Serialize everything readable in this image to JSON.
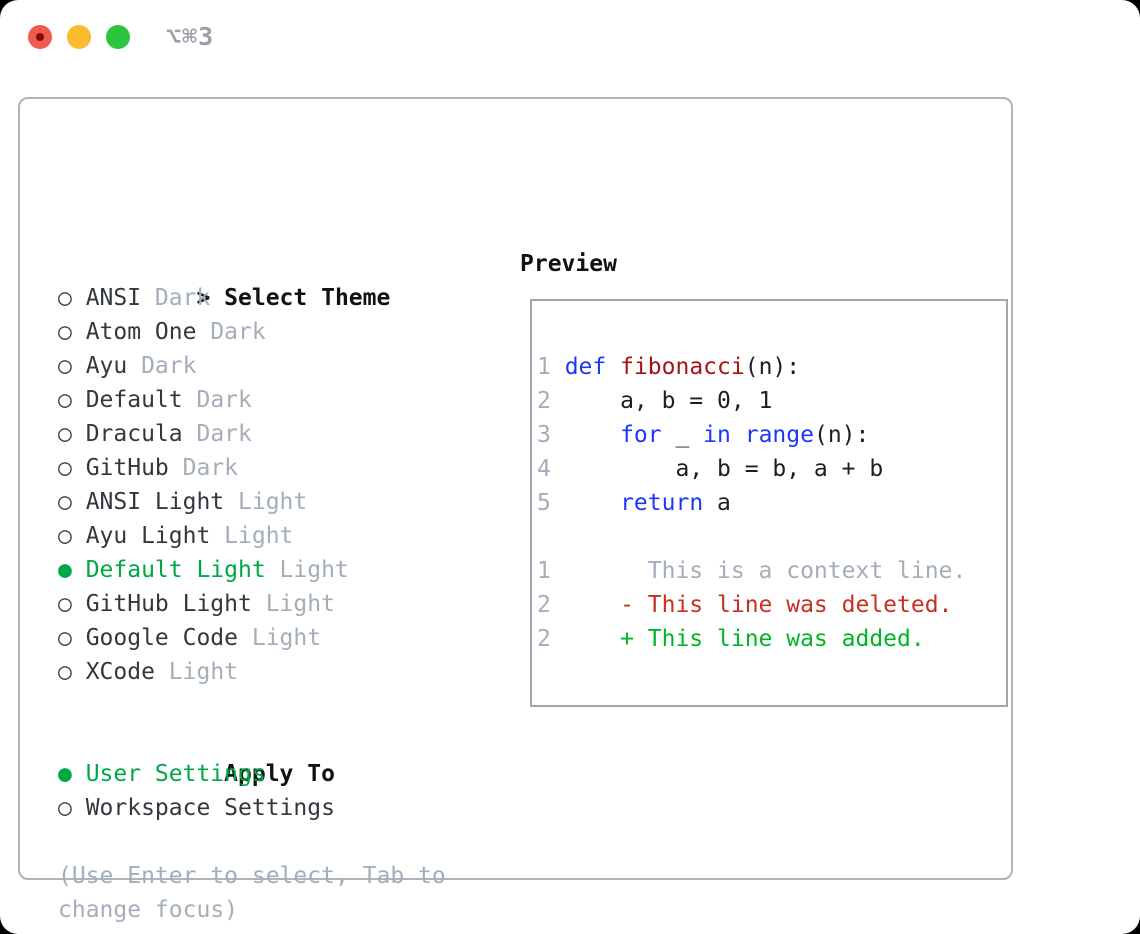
{
  "titlebar": {
    "hotkey": "⌥⌘3"
  },
  "panel": {
    "theme_picker": {
      "cursor": ">",
      "title": "Select Theme",
      "bullet_selected": "●",
      "bullet_unselected": "○",
      "items": [
        {
          "name": "ANSI",
          "variant": "Dark",
          "selected": false
        },
        {
          "name": "Atom One",
          "variant": "Dark",
          "selected": false
        },
        {
          "name": "Ayu",
          "variant": "Dark",
          "selected": false
        },
        {
          "name": "Default",
          "variant": "Dark",
          "selected": false
        },
        {
          "name": "Dracula",
          "variant": "Dark",
          "selected": false
        },
        {
          "name": "GitHub",
          "variant": "Dark",
          "selected": false
        },
        {
          "name": "ANSI Light",
          "variant": "Light",
          "selected": false
        },
        {
          "name": "Ayu Light",
          "variant": "Light",
          "selected": false
        },
        {
          "name": "Default Light",
          "variant": "Light",
          "selected": true
        },
        {
          "name": "GitHub Light",
          "variant": "Light",
          "selected": false
        },
        {
          "name": "Google Code",
          "variant": "Light",
          "selected": false
        },
        {
          "name": "XCode",
          "variant": "Light",
          "selected": false
        }
      ]
    },
    "apply_to": {
      "title": "Apply To",
      "options": [
        {
          "label": "User Settings",
          "selected": true
        },
        {
          "label": "Workspace Settings",
          "selected": false
        }
      ]
    },
    "hint": "(Use Enter to select, Tab to change focus)",
    "preview": {
      "title": "Preview",
      "code_lines": [
        {
          "num": "1",
          "tokens": [
            {
              "text": "def",
              "type": "keyword"
            },
            {
              "text": " ",
              "type": "plain"
            },
            {
              "text": "fibonacci",
              "type": "function"
            },
            {
              "text": "(n):",
              "type": "plain"
            }
          ]
        },
        {
          "num": "2",
          "tokens": [
            {
              "text": "    a, b = 0, 1",
              "type": "plain"
            }
          ]
        },
        {
          "num": "3",
          "tokens": [
            {
              "text": "    ",
              "type": "plain"
            },
            {
              "text": "for",
              "type": "keyword"
            },
            {
              "text": " _ ",
              "type": "plain"
            },
            {
              "text": "in",
              "type": "keyword"
            },
            {
              "text": " ",
              "type": "plain"
            },
            {
              "text": "range",
              "type": "keyword"
            },
            {
              "text": "(n):",
              "type": "plain"
            }
          ]
        },
        {
          "num": "4",
          "tokens": [
            {
              "text": "        a, b = b, a + b",
              "type": "plain"
            }
          ]
        },
        {
          "num": "5",
          "tokens": [
            {
              "text": "    ",
              "type": "plain"
            },
            {
              "text": "return",
              "type": "keyword"
            },
            {
              "text": " a",
              "type": "plain"
            }
          ]
        },
        {
          "num": "",
          "tokens": []
        },
        {
          "num": "1",
          "tokens": [
            {
              "text": "      This is a context line.",
              "type": "context"
            }
          ]
        },
        {
          "num": "2",
          "tokens": [
            {
              "text": "    - This line was deleted.",
              "type": "deleted"
            }
          ]
        },
        {
          "num": "2",
          "tokens": [
            {
              "text": "    + This line was added.",
              "type": "added"
            }
          ]
        }
      ]
    }
  },
  "colors": {
    "selection_green": "#00a845",
    "added_green": "#00b626",
    "deleted_red": "#c5301f",
    "keyword_blue": "#1d38f5",
    "function_red": "#a31515",
    "muted_gray": "#a4adba",
    "text_dark": "#33383f",
    "panel_border": "#adb4bd",
    "preview_border": "#9ea7b1",
    "hotkey_gray": "#9aa0a8",
    "traffic_red": "#f15b4e",
    "traffic_red_dot": "#7d0f06",
    "traffic_yellow": "#fcbb2d",
    "traffic_green": "#2dc53e"
  }
}
